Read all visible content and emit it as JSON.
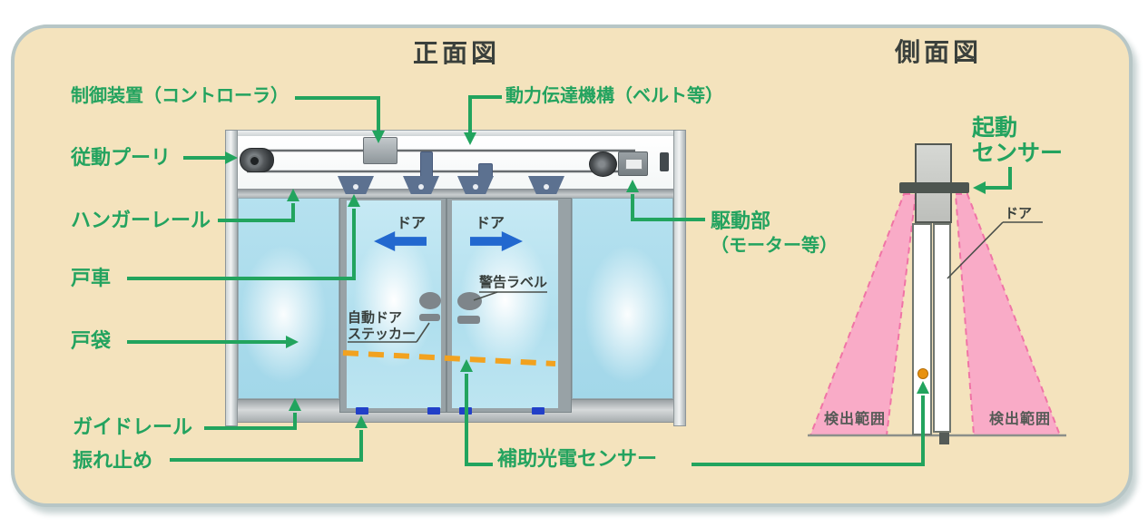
{
  "front_view": {
    "title": "正面図",
    "door_label_left": "ドア",
    "door_label_right": "ドア",
    "warning_label": "警告ラベル",
    "sticker_label_line1": "自動ドア",
    "sticker_label_line2": "ステッカー",
    "labels": {
      "controller": "制御装置（コントローラ）",
      "driven_pulley": "従動プーリ",
      "hanger_rail": "ハンガーレール",
      "door_roller": "戸車",
      "door_pocket": "戸袋",
      "guide_rail": "ガイドレール",
      "sway_stop": "振れ止め",
      "power_transmission": "動力伝達機構（ベルト等）",
      "drive_unit": "駆動部",
      "drive_unit_sub": "（モーター等）",
      "aux_photo_sensor": "補助光電センサー"
    }
  },
  "side_view": {
    "title": "側面図",
    "labels": {
      "activation_sensor_line1": "起動",
      "activation_sensor_line2": "センサー",
      "door": "ドア",
      "detection_range_left": "検出範囲",
      "detection_range_right": "検出範囲"
    }
  },
  "colors": {
    "card_fill": "#f4e3bd",
    "card_edge": "#b7c6c6",
    "label_green": "#23a35f",
    "door_arrow_blue": "#2268cf",
    "beam_pink": "#f9abc7",
    "beam_edge_pink": "#f074a6",
    "photo_beam_orange": "#f2a21f",
    "photo_dot_orange": "#e8920f",
    "title_dark": "#3a403c"
  }
}
